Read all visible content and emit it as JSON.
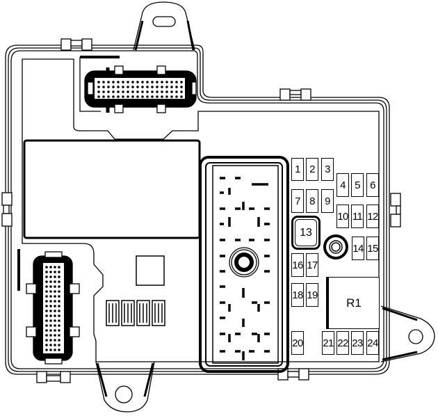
{
  "diagram": {
    "type": "fuse-box-layout",
    "colors": {
      "line": "#000000",
      "background": "#ffffff"
    },
    "fuses": [
      {
        "id": "1",
        "label": "1"
      },
      {
        "id": "2",
        "label": "2"
      },
      {
        "id": "3",
        "label": "3"
      },
      {
        "id": "4",
        "label": "4"
      },
      {
        "id": "5",
        "label": "5"
      },
      {
        "id": "6",
        "label": "6"
      },
      {
        "id": "7",
        "label": "7"
      },
      {
        "id": "8",
        "label": "8"
      },
      {
        "id": "9",
        "label": "9"
      },
      {
        "id": "10",
        "label": "10"
      },
      {
        "id": "11",
        "label": "11"
      },
      {
        "id": "12",
        "label": "12"
      },
      {
        "id": "14",
        "label": "14"
      },
      {
        "id": "15",
        "label": "15"
      },
      {
        "id": "16",
        "label": "16"
      },
      {
        "id": "17",
        "label": "17"
      },
      {
        "id": "18",
        "label": "18"
      },
      {
        "id": "19",
        "label": "19"
      },
      {
        "id": "20",
        "label": "20"
      },
      {
        "id": "21",
        "label": "21"
      },
      {
        "id": "22",
        "label": "22"
      },
      {
        "id": "23",
        "label": "23"
      },
      {
        "id": "24",
        "label": "24"
      }
    ],
    "relays": [
      {
        "id": "13",
        "label": "13"
      },
      {
        "id": "R1",
        "label": "R1"
      }
    ]
  }
}
